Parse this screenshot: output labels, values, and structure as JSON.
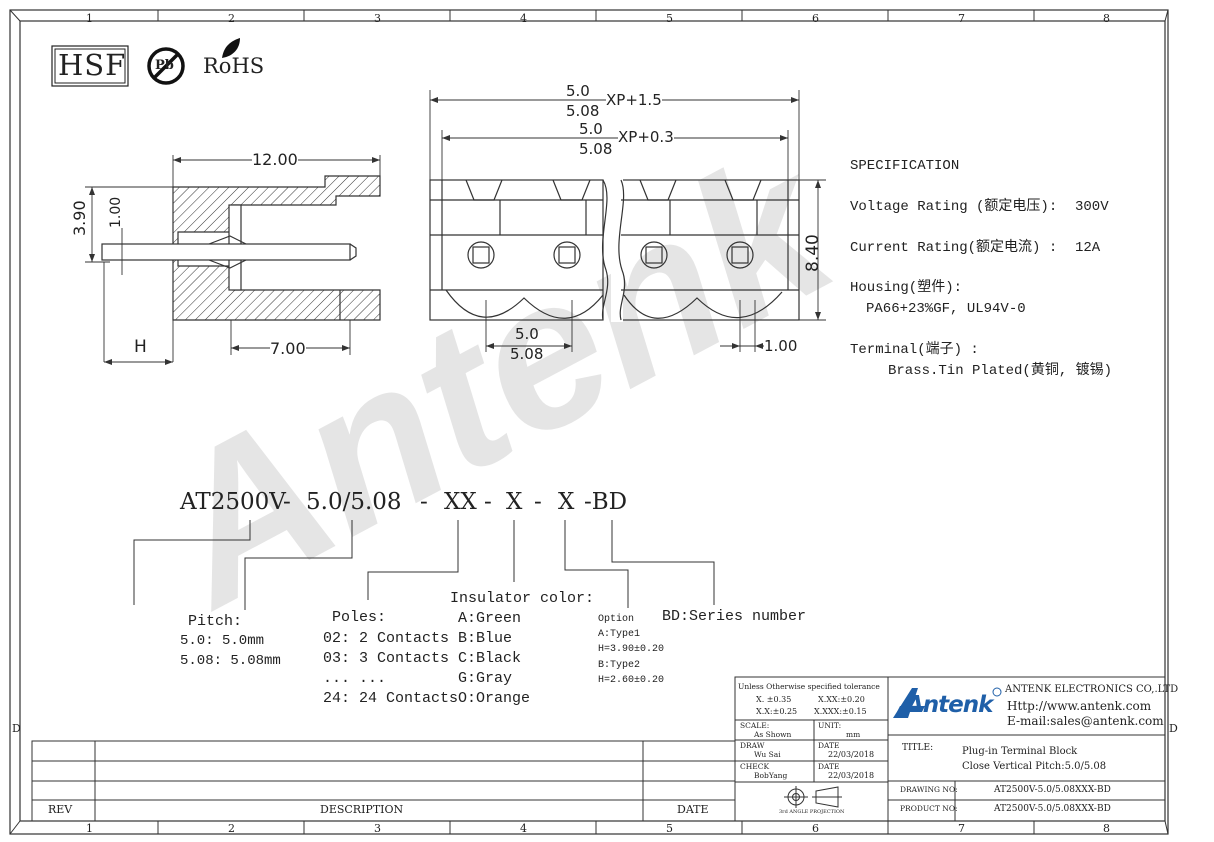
{
  "grid": {
    "columns": [
      "1",
      "2",
      "3",
      "4",
      "5",
      "6",
      "7",
      "8"
    ],
    "row_label": "D"
  },
  "badges": {
    "hsf": "HSF",
    "pb": "Pb",
    "rohs": "RoHS"
  },
  "dimensions": {
    "xp15_top": "5.0",
    "xp15_bottom": "5.08",
    "xp15_label": "XP+1.5",
    "xp03_top": "5.0",
    "xp03_bottom": "5.08",
    "xp03_label": "XP+0.3",
    "width_1200": "12.00",
    "height_390": "3.90",
    "height_100": "1.00",
    "height_840": "8.40",
    "h_label": "H",
    "depth_700": "7.00",
    "pitch_top": "5.0",
    "pitch_bottom": "5.08",
    "pin_100": "1.00"
  },
  "specification": {
    "title": "SPECIFICATION",
    "voltage_label": "Voltage Rating (额定电压):",
    "voltage_value": "300V",
    "current_label": "Current Rating(额定电流) :",
    "current_value": "12A",
    "housing_label": "Housing(塑件):",
    "housing_value": "PA66+23%GF, UL94V-0",
    "terminal_label": "Terminal(端子) :",
    "terminal_value": "Brass.Tin Plated(黄铜, 镀锡)"
  },
  "watermark": "Antenk",
  "part_number": {
    "p1": "AT2500V",
    "d1": "-",
    "p2": "5.0/5.08",
    "d2": "-",
    "p3": "XX",
    "d3": "-",
    "p4": "X",
    "d4": "-",
    "p5": "X",
    "p6": "-BD"
  },
  "legend": {
    "pitch": {
      "title": "Pitch:",
      "items": [
        "5.0: 5.0mm",
        "5.08: 5.08mm"
      ]
    },
    "poles": {
      "title": "Poles:",
      "items": [
        "02: 2 Contacts",
        "03: 3 Contacts",
        "... ...",
        "24: 24 Contacts"
      ]
    },
    "insulator": {
      "title": "Insulator color:",
      "items": [
        "A:Green",
        "B:Blue",
        "C:Black",
        "G:Gray",
        "O:Orange"
      ]
    },
    "option": {
      "title": "Option",
      "items": [
        "A:Type1",
        "H=3.90±0.20",
        "B:Type2",
        "H=2.60±0.20"
      ]
    },
    "series": {
      "title": "BD:Series number"
    }
  },
  "title_block": {
    "tolerance_title": "Unless Otherwise specified tolerance",
    "tol_x": "X. ±0.35",
    "tol_xx": "X.XX:±0.20",
    "tol_xx2": "X.X:±0.25",
    "tol_xxx": "X.XXX:±0.15",
    "scale_label": "SCALE:",
    "scale_value": "As Shown",
    "unit_label": "UNIT:",
    "unit_value": "mm",
    "draw_label": "DRAW",
    "draw_value": "Wu Sai",
    "draw_date_label": "DATE",
    "draw_date": "22/03/2018",
    "check_label": "CHECK",
    "check_value": "BobYang",
    "check_date_label": "DATE",
    "check_date": "22/03/2018",
    "projection": "3rd ANGLE PROJECTION",
    "logo": "Antenk",
    "company": "ANTENK ELECTRONICS CO,.LTD",
    "website": "Http://www.antenk.com",
    "email": "E-mail:sales@antenk.com",
    "title_label": "TITLE:",
    "title_line1": "Plug-in Terminal Block",
    "title_line2": "Close Vertical Pitch:5.0/5.08",
    "drawing_no_label": "DRAWING NO:",
    "drawing_no": "AT2500V-5.0/5.08XXX-BD",
    "product_no_label": "PRODUCT NO:",
    "product_no": "AT2500V-5.0/5.08XXX-BD",
    "rev": "REV",
    "description": "DESCRIPTION",
    "date": "DATE"
  },
  "colors": {
    "logo_blue": "#1f5fa8",
    "line": "#333333",
    "watermark": "#dcdcdc"
  }
}
